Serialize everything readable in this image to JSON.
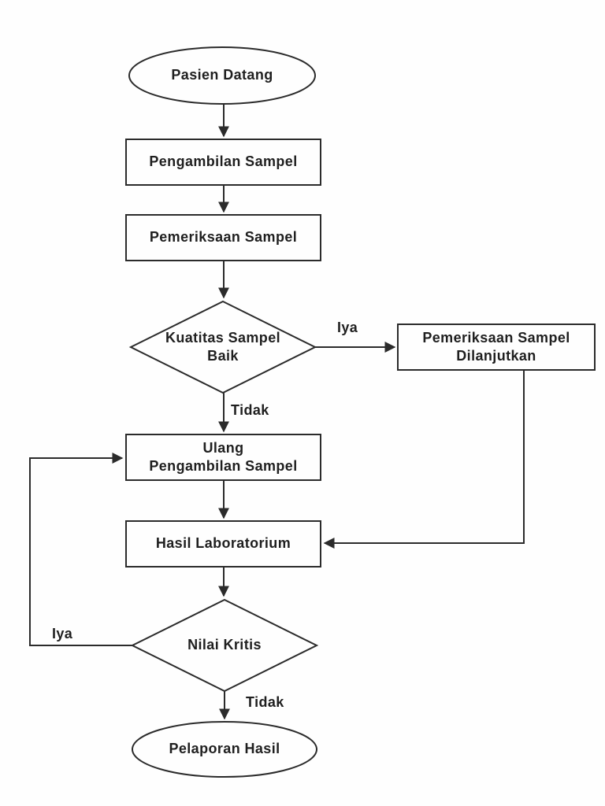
{
  "flowchart": {
    "nodes": {
      "pasien_datang": {
        "shape": "ellipse",
        "label": "Pasien Datang"
      },
      "pengambilan_sampel": {
        "shape": "rect",
        "label": "Pengambilan Sampel"
      },
      "pemeriksaan_sampel": {
        "shape": "rect",
        "label": "Pemeriksaan Sampel"
      },
      "kuatitas_sampel_baik": {
        "shape": "diamond",
        "label": "Kuatitas Sampel\nBaik"
      },
      "pemeriksaan_dilanjutkan": {
        "shape": "rect",
        "label": "Pemeriksaan Sampel\nDilanjutkan"
      },
      "ulang_pengambilan": {
        "shape": "rect",
        "label": "Ulang\nPengambilan Sampel"
      },
      "hasil_laboratorium": {
        "shape": "rect",
        "label": "Hasil Laboratorium"
      },
      "nilai_kritis": {
        "shape": "diamond",
        "label": "Nilai Kritis"
      },
      "pelaporan_hasil": {
        "shape": "ellipse",
        "label": "Pelaporan Hasil"
      }
    },
    "edge_labels": {
      "kuatitas_iya": "Iya",
      "kuatitas_tidak": "Tidak",
      "nilai_kritis_iya": "Iya",
      "nilai_kritis_tidak": "Tidak"
    },
    "edges": [
      {
        "from": "pasien_datang",
        "to": "pengambilan_sampel",
        "label": ""
      },
      {
        "from": "pengambilan_sampel",
        "to": "pemeriksaan_sampel",
        "label": ""
      },
      {
        "from": "pemeriksaan_sampel",
        "to": "kuatitas_sampel_baik",
        "label": ""
      },
      {
        "from": "kuatitas_sampel_baik",
        "to": "pemeriksaan_dilanjutkan",
        "label": "Iya"
      },
      {
        "from": "kuatitas_sampel_baik",
        "to": "ulang_pengambilan",
        "label": "Tidak"
      },
      {
        "from": "ulang_pengambilan",
        "to": "hasil_laboratorium",
        "label": ""
      },
      {
        "from": "pemeriksaan_dilanjutkan",
        "to": "hasil_laboratorium",
        "label": ""
      },
      {
        "from": "hasil_laboratorium",
        "to": "nilai_kritis",
        "label": ""
      },
      {
        "from": "nilai_kritis",
        "to": "ulang_pengambilan",
        "label": "Iya"
      },
      {
        "from": "nilai_kritis",
        "to": "pelaporan_hasil",
        "label": "Tidak"
      }
    ],
    "colors": {
      "background": "#fefefe",
      "stroke": "#2b2b2b",
      "text": "#1f1f1f"
    }
  }
}
